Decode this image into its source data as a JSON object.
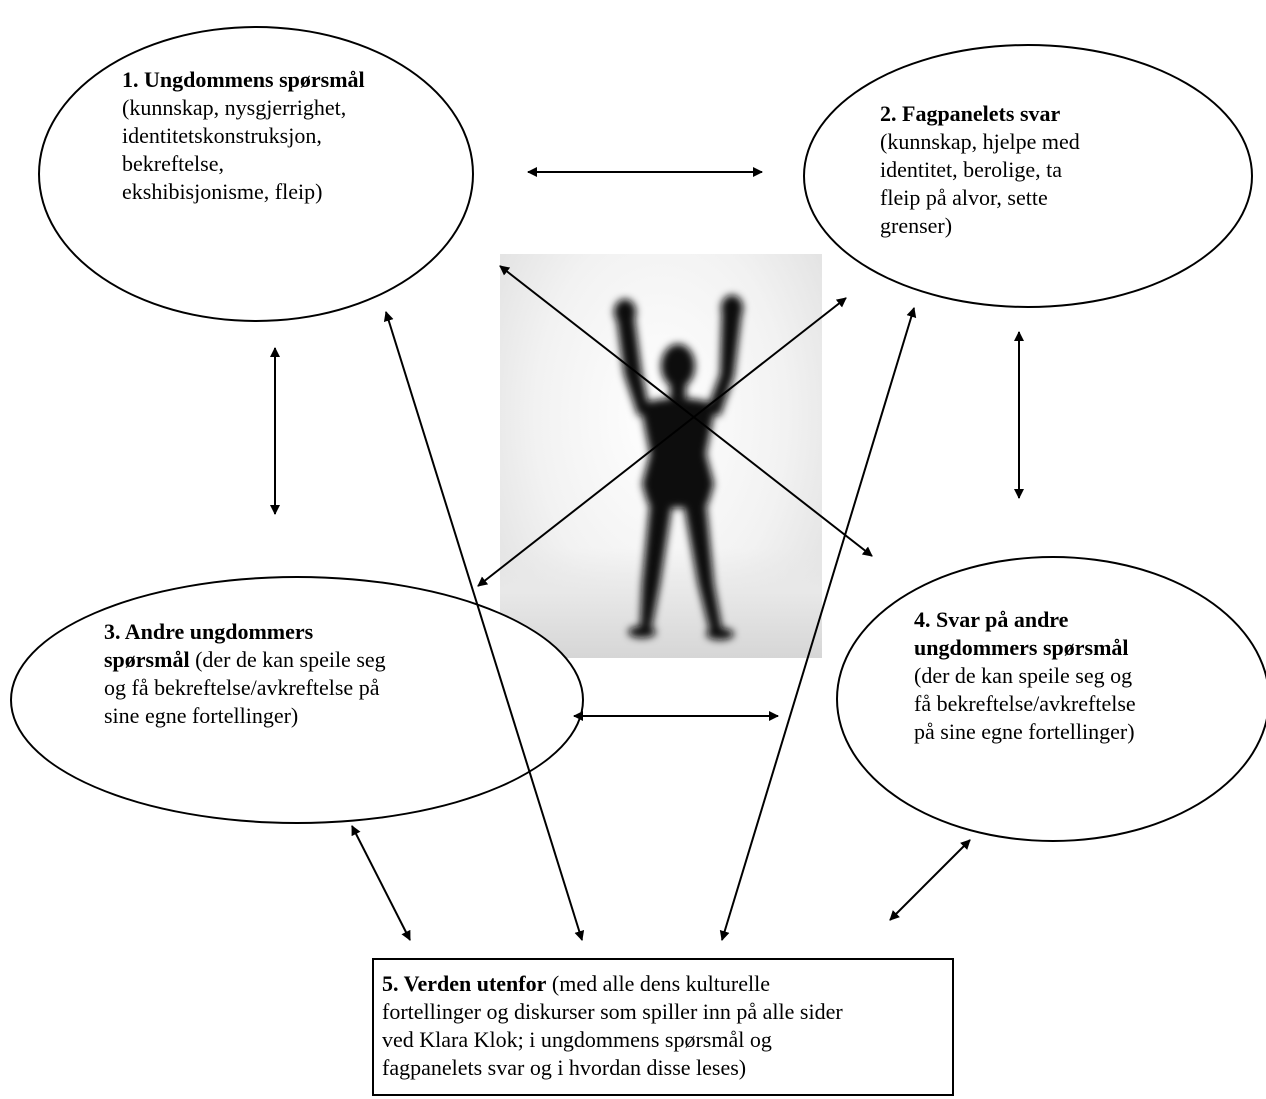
{
  "nodes": {
    "n1": {
      "title": "1. Ungdommens spørsmål",
      "lines": [
        "(kunnskap, nysgjerrighet,",
        "identitetskonstruksjon,",
        "bekreftelse,",
        "ekshibisjonisme, fleip)"
      ]
    },
    "n2": {
      "title": "2. Fagpanelets svar",
      "lines": [
        "(kunnskap, hjelpe med",
        "identitet, berolige, ta",
        "fleip på alvor, sette",
        "grenser)"
      ]
    },
    "n3": {
      "title_line1": "3. Andre ungdommers",
      "title_line2": "spørsmål",
      "line2_rest": " (der de kan speile seg",
      "lines": [
        "og få bekreftelse/avkreftelse på",
        "sine egne fortellinger)"
      ]
    },
    "n4": {
      "title_line1": "4. Svar på andre",
      "title_line2": "ungdommers spørsmål",
      "lines": [
        "(der de kan speile seg og",
        "få bekreftelse/avkreftelse",
        "på sine egne fortellinger)"
      ]
    },
    "n5": {
      "title": "5. Verden utenfor",
      "line1_rest": " (med alle dens kulturelle",
      "lines": [
        "fortellinger og diskurser som spiller inn på alle sider",
        "ved Klara Klok; i ungdommens spørsmål og",
        "fagpanelets svar og i hvordan disse leses)"
      ]
    }
  },
  "figure": {
    "description_icon": "silhouette-person-arms-raised-icon"
  }
}
